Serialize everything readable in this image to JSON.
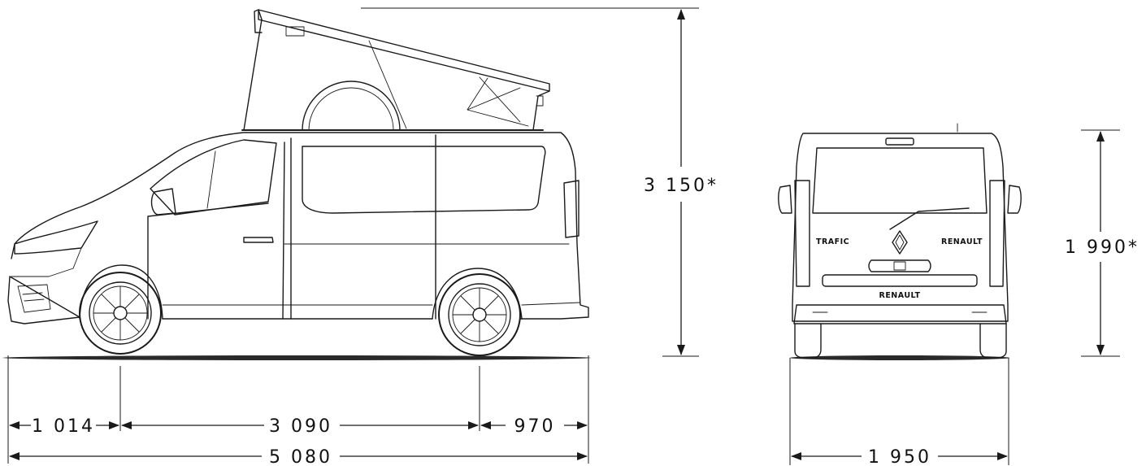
{
  "dimensions": {
    "front_overhang": "1 014",
    "wheelbase": "3 090",
    "rear_overhang": "970",
    "overall_length": "5 080",
    "height_roof_raised": "3 150*",
    "height_roof_closed": "1 990*",
    "width": "1 950"
  },
  "badges": {
    "rear_brand": "RENAULT",
    "model_left": "TRAFIC",
    "brand_right": "RENAULT"
  }
}
